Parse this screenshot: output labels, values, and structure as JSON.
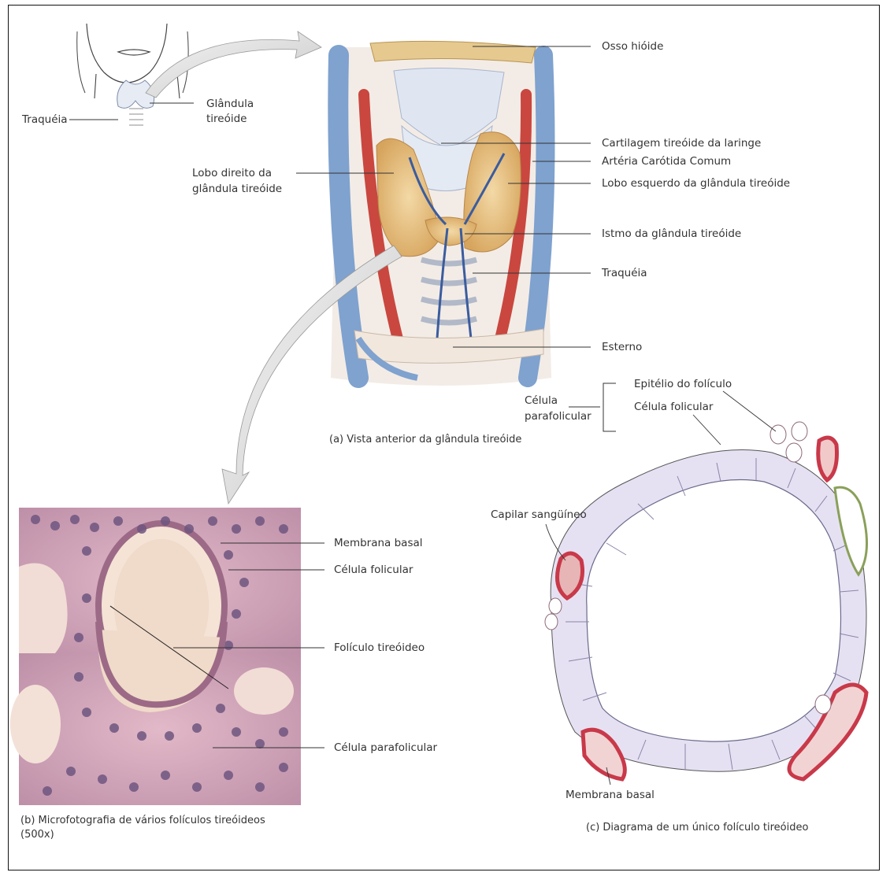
{
  "panel_a": {
    "labels": {
      "hyoid": "Osso hióide",
      "gland_small": "Glândula",
      "gland_small_2": "tireóide",
      "trachea_small": "Traquéia",
      "right_lobe": "Lobo direito da",
      "right_lobe_2": "glândula tireóide",
      "thyroid_cartilage": "Cartilagem tireóide da laringe",
      "carotid": "Artéria Carótida Comum",
      "left_lobe": "Lobo esquerdo da glândula tireóide",
      "isthmus": "Istmo da glândula tireóide",
      "trachea": "Traquéia",
      "sternum": "Esterno"
    },
    "caption": "(a) Vista anterior da glândula tireóide"
  },
  "legend": {
    "parafollicular": "Célula",
    "parafollicular_2": "parafolicular",
    "epithelium": "Epitélio do folículo",
    "follicular_cell": "Célula folicular"
  },
  "panel_b": {
    "labels": {
      "basal_membrane": "Membrana basal",
      "follicular_cell": "Célula folicular",
      "follicle": "Folículo tireóideo",
      "parafollicular": "Célula parafolicular"
    },
    "caption": "(b) Microfotografia de vários folículos tireóideos",
    "caption_2": "(500x)"
  },
  "panel_c": {
    "labels": {
      "capillary": "Capilar sangüíneo",
      "basal_membrane": "Membrana",
      "basal_membrane_2": "basal"
    },
    "caption": "(c) Diagrama de um único folículo tireóideo"
  }
}
